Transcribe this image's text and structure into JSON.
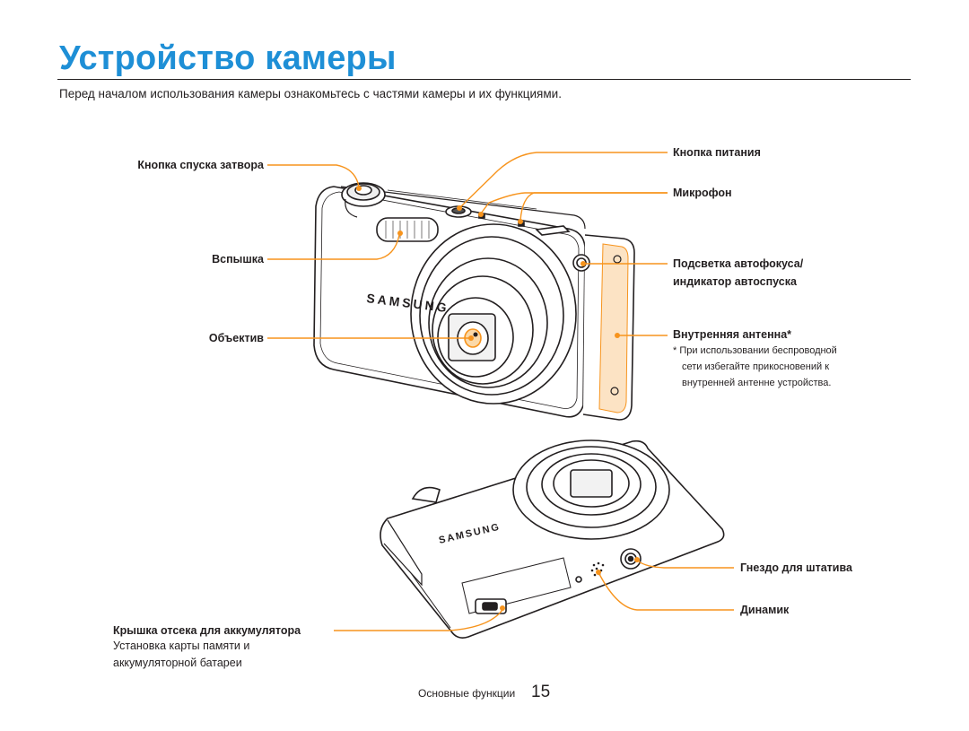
{
  "title": "Устройство камеры",
  "intro": "Перед началом использования камеры ознакомьтесь с частями камеры и их функциями.",
  "labels": {
    "shutter": "Кнопка спуска затвора",
    "flash": "Вспышка",
    "lens": "Объектив",
    "power": "Кнопка питания",
    "mic": "Микрофон",
    "af_lamp_line1": "Подсветка автофокуса/",
    "af_lamp_line2": "индикатор автоспуска",
    "antenna": "Внутренняя антенна*",
    "tripod": "Гнездо для штатива",
    "speaker": "Динамик",
    "battery_cover": "Крышка отсека для аккумулятора"
  },
  "antenna_note": {
    "line1": "* При использовании беспроводной",
    "line2": "сети избегайте прикосновений к",
    "line3": "внутренней антенне устройства."
  },
  "battery_note": {
    "line1": "Установка карты памяти и",
    "line2": "аккумуляторной батареи"
  },
  "brand": "SAMSUNG",
  "footer": {
    "section": "Основные функции",
    "page": "15"
  },
  "colors": {
    "title": "#1e8fd6",
    "callout": "#f7941d",
    "antenna_fill": "#fce3c4",
    "outline": "#231f20"
  }
}
